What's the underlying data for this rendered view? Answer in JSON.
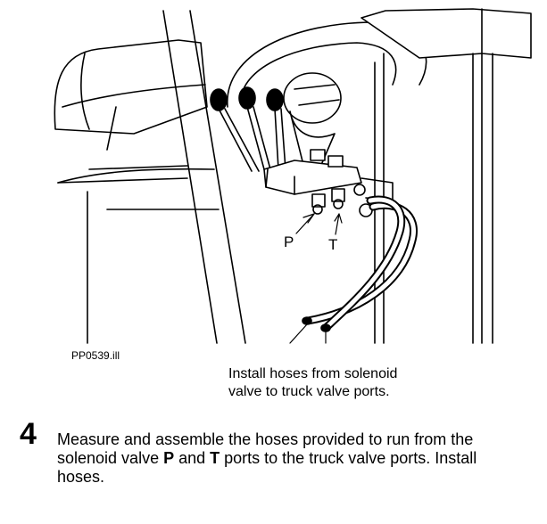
{
  "figure": {
    "id_label": "PP0539.ill",
    "port_p": "P",
    "port_t": "T",
    "callout_line1": "Install hoses from solenoid",
    "callout_line2": "valve to truck valve ports."
  },
  "step": {
    "number": "4",
    "text_a": "Measure and assemble the hoses provided to run from the solenoid valve ",
    "port_p": "P",
    "text_b": " and ",
    "port_t": "T",
    "text_c": " ports to the truck valve ports.  Install hoses."
  }
}
